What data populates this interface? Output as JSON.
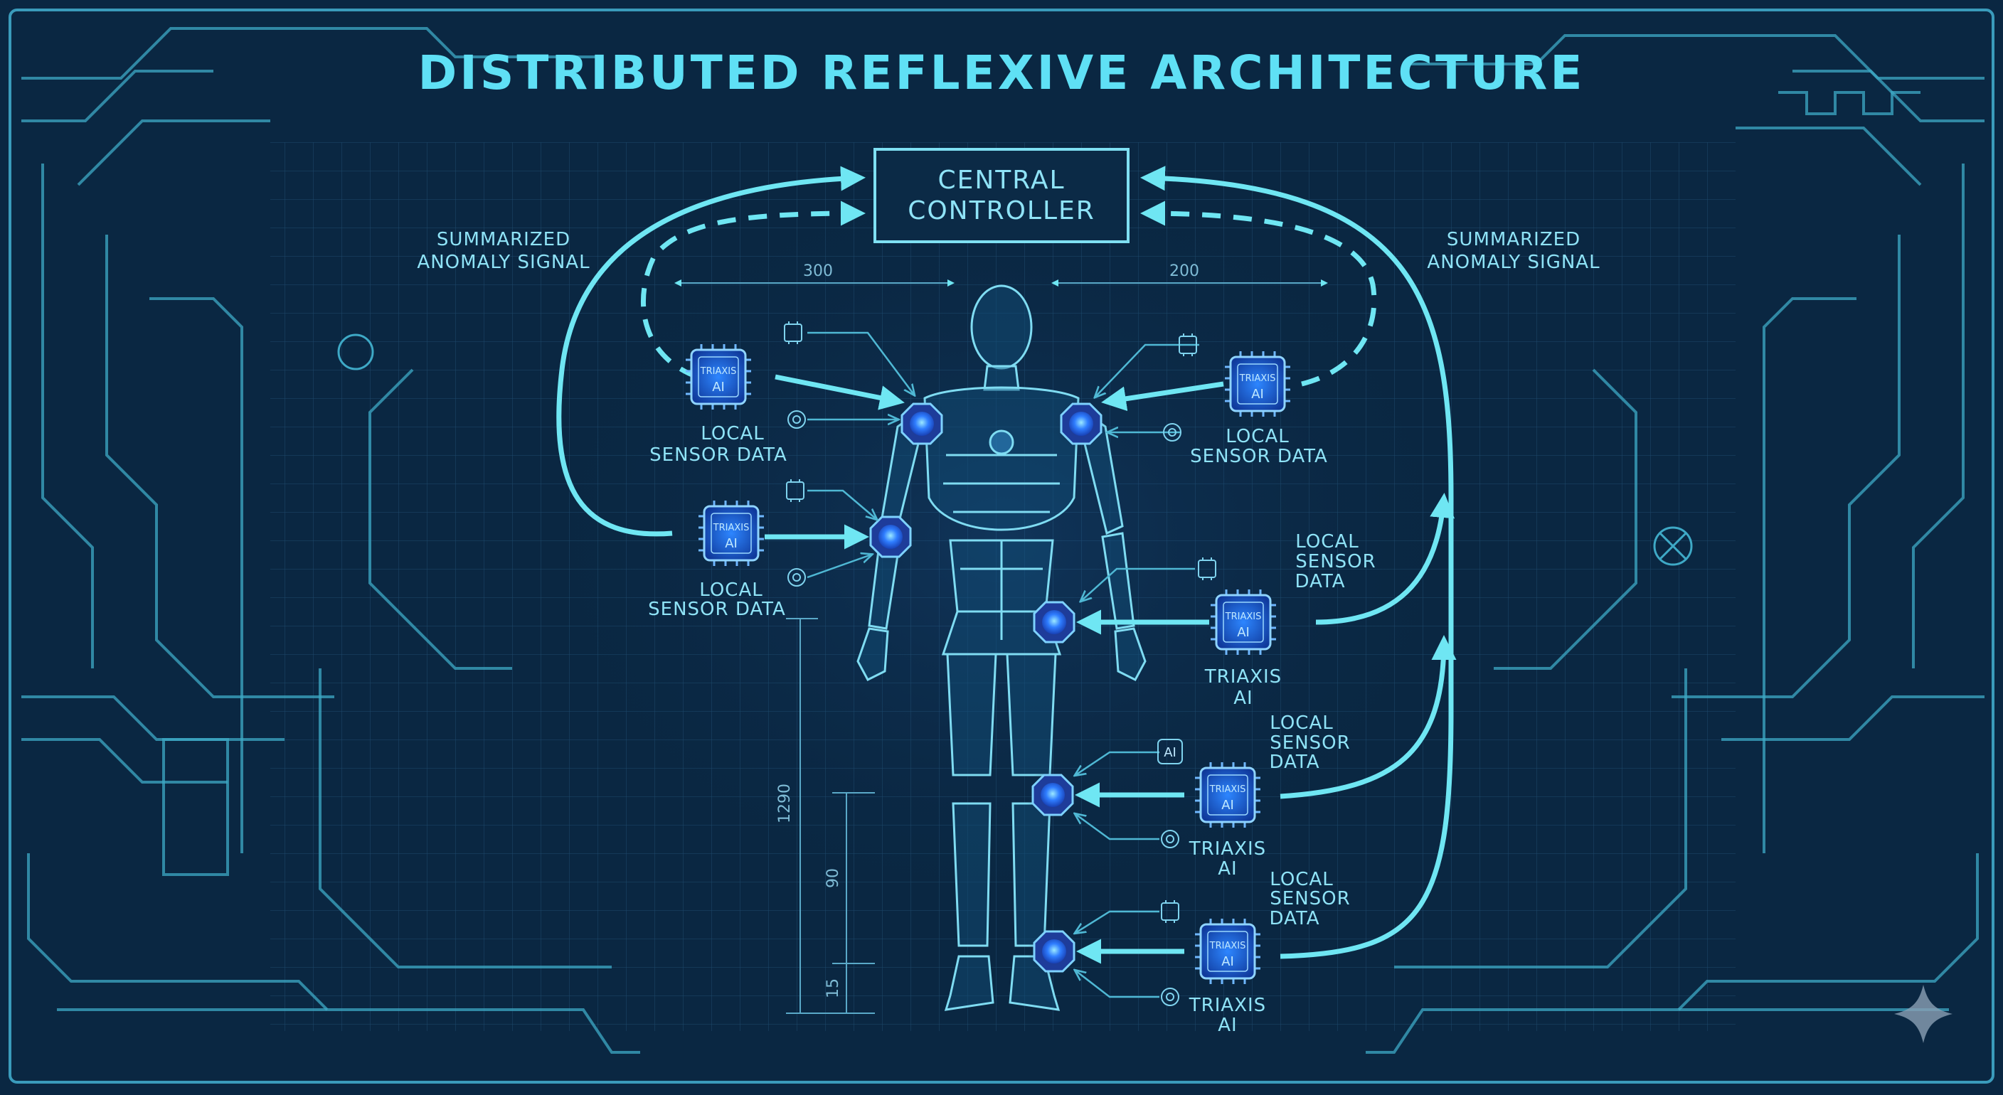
{
  "title": "DISTRIBUTED REFLEXIVE ARCHITECTURE",
  "central_controller": {
    "line1": "CENTRAL",
    "line2": "CONTROLLER"
  },
  "anomaly_signal": {
    "line1": "SUMMARIZED",
    "line2": "ANOMALY SIGNAL"
  },
  "dimensions": {
    "left_top": "300",
    "right_top": "200",
    "height_total": "1290",
    "height_mid": "90",
    "height_low": "15"
  },
  "chip": {
    "brand": "TRIAXIS",
    "ai": "AI"
  },
  "local_sensor": {
    "line1": "LOCAL",
    "line2": "SENSOR DATA",
    "line2a": "SENSOR",
    "line3": "DATA"
  },
  "triaxis_label": {
    "line1": "TRIAXIS",
    "line2": "AI"
  },
  "icon_ai": "AI",
  "colors": {
    "background": "#0a2742",
    "accent": "#6fe6f3",
    "node": "#2a6bff",
    "text": "#8fe3f7"
  }
}
